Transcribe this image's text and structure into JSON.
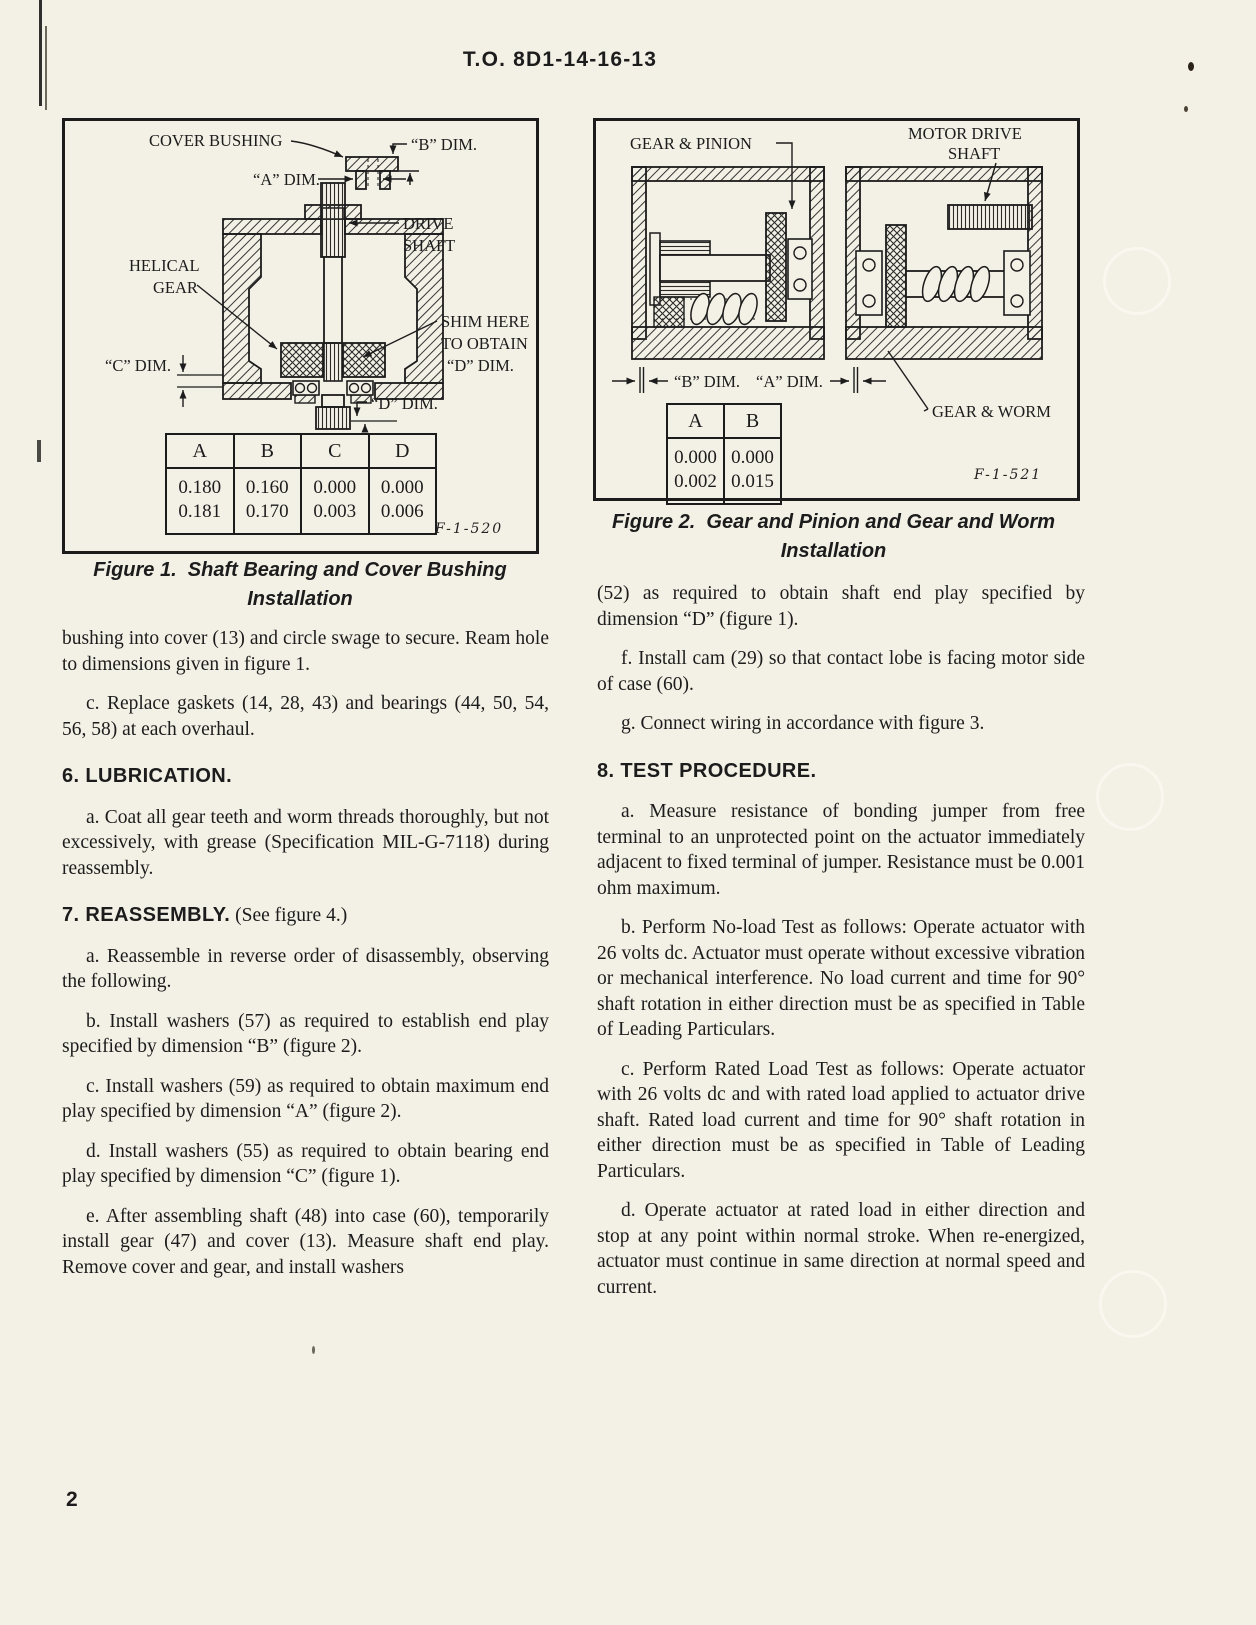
{
  "page": {
    "header": "T.O.  8D1-14-16-13",
    "page_number": "2"
  },
  "figure1": {
    "labels": {
      "cover_bushing": "COVER BUSHING",
      "b_dim": "“B” DIM.",
      "a_dim": "“A” DIM.",
      "drive_shaft": [
        "DRIVE",
        "SHAFT"
      ],
      "helical_gear": [
        "HELICAL",
        "GEAR"
      ],
      "shim": [
        "SHIM HERE",
        "TO OBTAIN",
        "“D” DIM."
      ],
      "c_dim": "“C” DIM.",
      "d_dim": "“D” DIM."
    },
    "table": {
      "headers": [
        "A",
        "B",
        "C",
        "D"
      ],
      "row_top": [
        "0.180",
        "0.160",
        "0.000",
        "0.000"
      ],
      "row_bottom": [
        "0.181",
        "0.170",
        "0.003",
        "0.006"
      ]
    },
    "note": "F-1-520",
    "caption": [
      "Figure 1.  Shaft Bearing and Cover Bushing",
      "Installation"
    ]
  },
  "figure2": {
    "labels": {
      "gear_pinion": "GEAR & PINION",
      "motor_drive_shaft": [
        "MOTOR DRIVE",
        "SHAFT"
      ],
      "b_dim": "“B” DIM.",
      "a_dim": "“A” DIM.",
      "gear_worm": "GEAR & WORM"
    },
    "table": {
      "headers": [
        "A",
        "B"
      ],
      "row_top": [
        "0.000",
        "0.000"
      ],
      "row_bottom": [
        "0.002",
        "0.015"
      ]
    },
    "note": "F-1-521",
    "caption": [
      "Figure 2.  Gear and Pinion and Gear and Worm",
      "Installation"
    ]
  },
  "left_column": {
    "para_bushing": "bushing into cover (13) and circle swage to secure. Ream hole to dimensions given in figure 1.",
    "para_c": "c. Replace gaskets (14, 28, 43) and bearings (44, 50, 54, 56, 58) at each overhaul.",
    "heading_6": "6.  LUBRICATION.",
    "para_6a": "a. Coat all gear teeth and worm threads thoroughly, but not excessively, with grease (Specification MIL-G-7118) during reassembly.",
    "heading_7": "7.  REASSEMBLY.",
    "heading_7_suffix": " (See figure 4.)",
    "para_7a": "a. Reassemble in reverse order of disassembly, observing the following.",
    "para_7b": "b. Install washers (57) as required to establish end play specified by dimension “B” (figure 2).",
    "para_7c": "c. Install washers (59) as required to obtain maximum end play specified by dimension “A” (figure 2).",
    "para_7d": "d. Install washers (55) as required to obtain bearing end play specified by dimension “C” (figure 1).",
    "para_7e": "e. After assembling shaft (48) into case (60), temporarily install gear (47) and cover (13). Measure shaft end play. Remove cover and gear, and install washers"
  },
  "right_column": {
    "para_52": "(52) as required to obtain shaft end play specified by dimension “D” (figure 1).",
    "para_f": "f. Install cam (29) so that contact lobe is facing motor side of case (60).",
    "para_g": "g. Connect wiring in accordance with figure 3.",
    "heading_8": "8.  TEST PROCEDURE.",
    "para_8a": "a. Measure resistance of bonding jumper from free terminal to an unprotected point on the actuator immediately adjacent to fixed terminal of jumper. Resistance must be 0.001 ohm maximum.",
    "para_8b": "b. Perform No-load Test as follows: Operate actuator with 26 volts dc. Actuator must operate without excessive vibration or mechanical interference. No load current and time for 90° shaft rotation in either direction must be as specified in Table of Leading Particulars.",
    "para_8c": "c. Perform Rated Load Test as follows: Operate actuator with 26 volts dc and with rated load applied to actuator drive shaft. Rated load current and time for 90° shaft rotation in either direction must be as specified in Table of Leading Particulars.",
    "para_8d": "d. Operate actuator at rated load in either direction and stop at any point within normal stroke. When re-energized, actuator must continue in same direction at normal speed and current."
  }
}
